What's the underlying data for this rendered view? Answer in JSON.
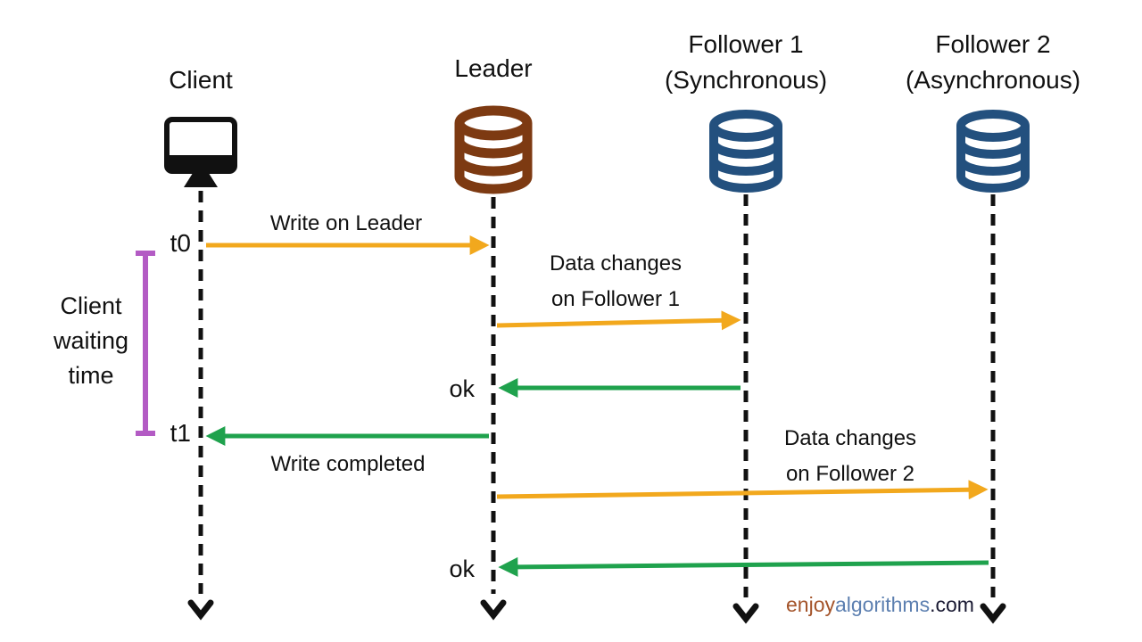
{
  "diagram": {
    "type": "sequence-diagram",
    "topic": "Leader-based replication: synchronous vs asynchronous followers",
    "actors": [
      {
        "name": "Client",
        "sub": "",
        "icon": "monitor-icon"
      },
      {
        "name": "Leader",
        "sub": "",
        "icon": "database-icon"
      },
      {
        "name": "Follower 1",
        "sub": "(Synchronous)",
        "icon": "database-icon"
      },
      {
        "name": "Follower 2",
        "sub": "(Asynchronous)",
        "icon": "database-icon"
      }
    ],
    "messages": [
      {
        "label": "Write on Leader",
        "from": "Client",
        "to": "Leader",
        "kind": "write"
      },
      {
        "line1": "Data changes",
        "line2": "on Follower 1",
        "from": "Leader",
        "to": "Follower 1",
        "kind": "replicate"
      },
      {
        "label": "ok",
        "from": "Follower 1",
        "to": "Leader",
        "kind": "ack"
      },
      {
        "label": "Write completed",
        "from": "Leader",
        "to": "Client",
        "kind": "ack"
      },
      {
        "line1": "Data changes",
        "line2": "on Follower 2",
        "from": "Leader",
        "to": "Follower 2",
        "kind": "replicate"
      },
      {
        "label": "ok",
        "from": "Follower 2",
        "to": "Leader",
        "kind": "ack"
      }
    ],
    "time_markers": {
      "start_label": "t0",
      "end_label": "t1"
    },
    "bracket": {
      "label": "Client waiting time"
    }
  },
  "watermark": {
    "part1": "enjoy",
    "part2": "algorithms",
    "part3": ".com"
  },
  "colors": {
    "arrow_orange": "#F2A81D",
    "arrow_green": "#1FA24D",
    "bracket_purple": "#B35BC4",
    "leader_brown": "#7D3A12",
    "follower_blue": "#23507E",
    "ink": "#111111",
    "background": "#FFFFFF",
    "watermark_enjoy": "#A4542A",
    "watermark_algorithms": "#5C7FB0",
    "watermark_com": "#191932"
  }
}
